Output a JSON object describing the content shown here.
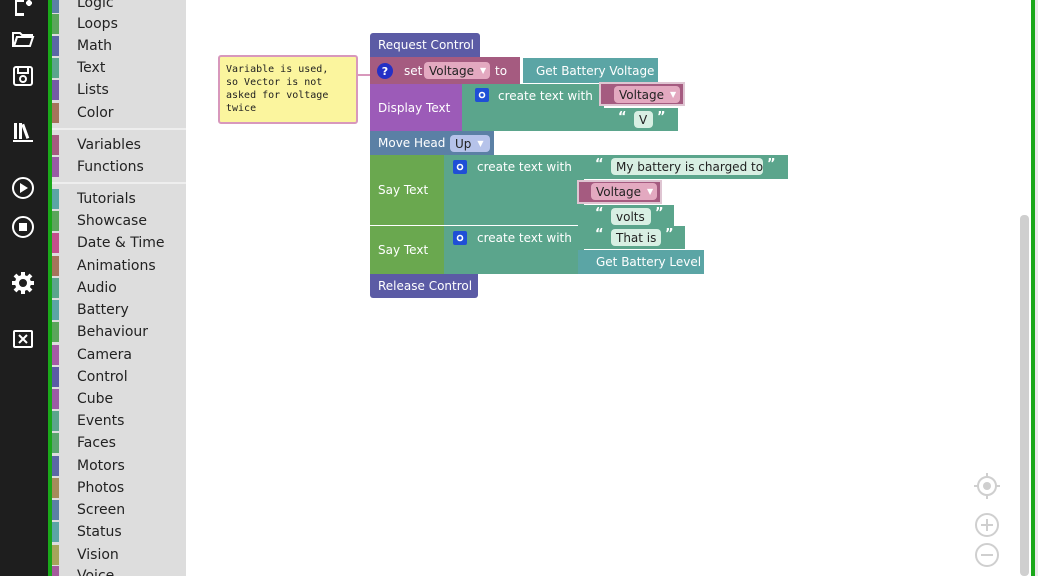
{
  "toolbar": {
    "buttons": [
      "new-icon",
      "open-folder-icon",
      "save-icon",
      "library-icon",
      "run-icon",
      "stop-icon",
      "settings-icon",
      "close-icon"
    ]
  },
  "categories": [
    {
      "label": "Logic",
      "color": "#5b80a5"
    },
    {
      "label": "Loops",
      "color": "#5ba55b"
    },
    {
      "label": "Math",
      "color": "#5b67a5"
    },
    {
      "label": "Text",
      "color": "#5ba58c"
    },
    {
      "label": "Lists",
      "color": "#745ba5"
    },
    {
      "label": "Color",
      "color": "#a5745b"
    },
    {
      "label": "Variables",
      "color": "#a55b80"
    },
    {
      "label": "Functions",
      "color": "#995ba5"
    },
    {
      "label": "Tutorials",
      "color": "#5ba5a5"
    },
    {
      "label": "Showcase",
      "color": "#5ba55b"
    },
    {
      "label": "Date & Time",
      "color": "#c4508c"
    },
    {
      "label": "Animations",
      "color": "#a5745b"
    },
    {
      "label": "Audio",
      "color": "#5ba58c"
    },
    {
      "label": "Battery",
      "color": "#5ba5a5"
    },
    {
      "label": "Behaviour",
      "color": "#5ba55b"
    },
    {
      "label": "Camera",
      "color": "#a55ba5"
    },
    {
      "label": "Control",
      "color": "#5b5ba5"
    },
    {
      "label": "Cube",
      "color": "#9c5ba5"
    },
    {
      "label": "Events",
      "color": "#5ba58c"
    },
    {
      "label": "Faces",
      "color": "#5ba56e"
    },
    {
      "label": "Motors",
      "color": "#5b67a5"
    },
    {
      "label": "Photos",
      "color": "#a58c5b"
    },
    {
      "label": "Screen",
      "color": "#5b80a5"
    },
    {
      "label": "Status",
      "color": "#5ba5a5"
    },
    {
      "label": "Vision",
      "color": "#a5a55b"
    },
    {
      "label": "Voice",
      "color": "#a55b9c"
    }
  ],
  "comment": {
    "text": "Variable is used,\nso Vector is not\nasked for voltage\ntwice"
  },
  "blocks": {
    "request_control": "Request Control",
    "set": "set",
    "set_variable": "Voltage",
    "to": "to",
    "get_battery_voltage": "Get Battery Voltage",
    "display_text": "Display Text",
    "create_text_with": "create text with",
    "voltage_var": "Voltage",
    "v_string": "V",
    "move_head": "Move Head",
    "move_head_dir": "Up",
    "say_text": "Say Text",
    "battery_charged_string": "My battery is charged to",
    "volts_string": "volts",
    "that_is_string": "That is",
    "get_battery_level": "Get Battery Level",
    "release_control": "Release Control"
  },
  "colors": {
    "control": "#5b5ba5",
    "variables": "#a55b80",
    "screen": "#9c5bb8",
    "text": "#5ba58c",
    "battery": "#5ba5a5",
    "motors": "#5b80a5",
    "voice": "#6aa84f"
  }
}
